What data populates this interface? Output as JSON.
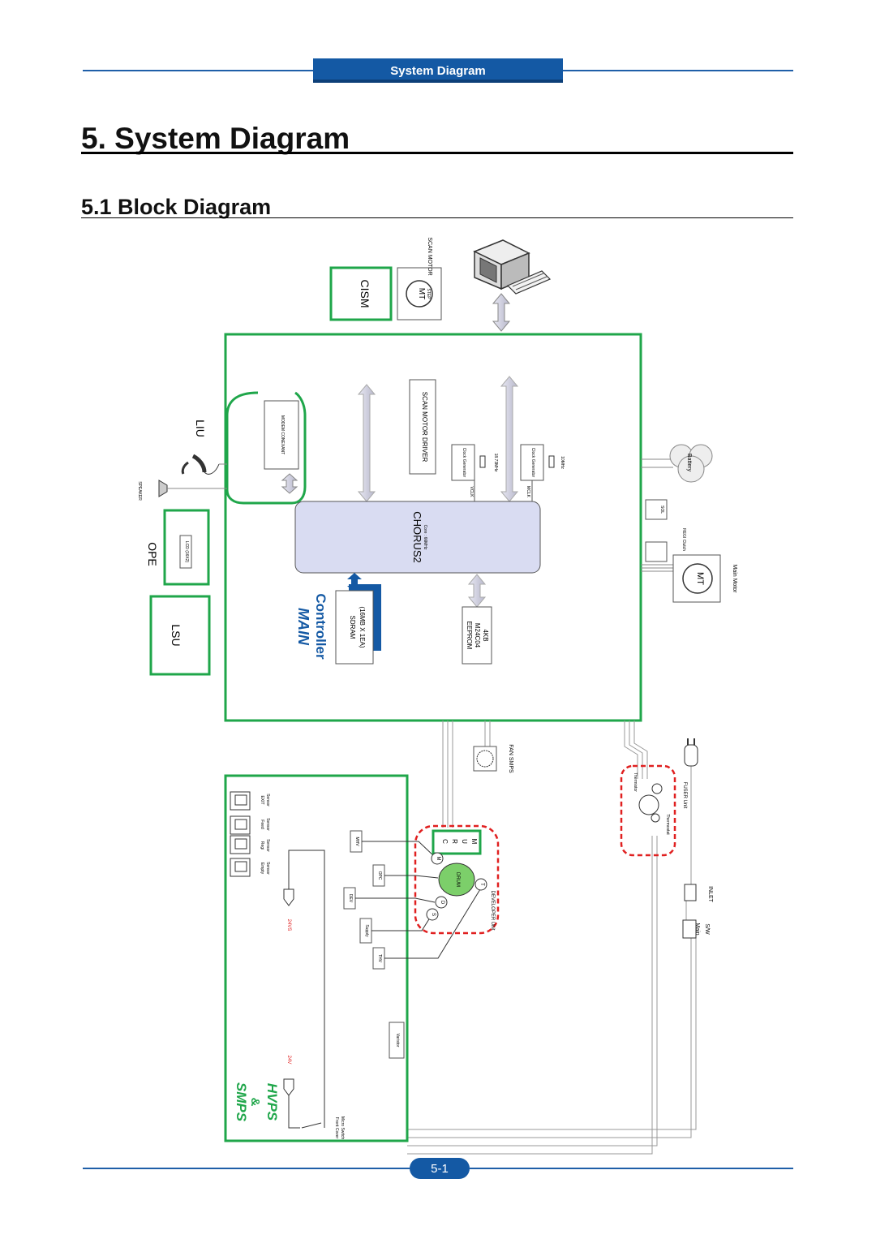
{
  "header": {
    "tab_label": "System Diagram"
  },
  "title": "5. System Diagram",
  "subtitle": "5.1  Block Diagram",
  "footer": {
    "page_number": "5-1"
  },
  "colors": {
    "accent": "#1459a4",
    "green_box": "#1fa64a",
    "chip_fill": "#d9dcf2",
    "fuser_dash": "#e02020"
  },
  "diagram": {
    "cism": "CISM",
    "scan_motor": "SCAN MOTOR",
    "mt": "MT",
    "step": "STEP",
    "liu": "LIU",
    "modem": "MODEM CONEXANT",
    "speaker": "SPEAKER",
    "ope": "OPE",
    "lcd": "LCD (16X2)",
    "lsu": "LSU",
    "scan_motor_driver": "SCAN MOTOR DRIVER",
    "clock1": "Clock Generator",
    "freq1": "18.73MHz",
    "vclk": "VCLK",
    "clock2": "Clock Generator",
    "freq2": "10MHz",
    "mclk": "MCLK",
    "chorus": "CHORUS2",
    "core": "Core : 66MHz",
    "sdram": "SDRAM",
    "sdram_size": "(16MB X 1EA)",
    "eeprom": "EEPROM",
    "eeprom_part": "M24C04",
    "eeprom_size": "4KB",
    "main": "MAIN",
    "controller": "Controller",
    "battery": "Battery",
    "sol": "SOL",
    "regi_clutch": "REGI Clutch",
    "main_motor": "Main Motor",
    "fan_smps": "FAN SMPS",
    "sensors": [
      {
        "name": "EXIT",
        "sub": "Sensor"
      },
      {
        "name": "Feed",
        "sub": "Sensor"
      },
      {
        "name": "Regi",
        "sub": "Sensor"
      },
      {
        "name": "Empty",
        "sub": "Sensor"
      }
    ],
    "mhv": "MHV",
    "opc": "OPC",
    "dev": "DEV",
    "supply": "Supply",
    "thv": "THV",
    "varistor": "Varistor",
    "v24s": "24VS",
    "v24": "24V",
    "front_cover": "Front Cover",
    "micro_switch": "Micro Switch",
    "smps": "SMPS",
    "amp": "&",
    "hvps": "HVPS",
    "cru": [
      "C",
      "R",
      "U",
      "M"
    ],
    "drum": "DRUM",
    "m": "M",
    "d": "D",
    "s": "S",
    "t": "T",
    "developer": "DEVELOPER Unit",
    "thermistor": "Thermistor",
    "thermostat": "Thermostat",
    "fuser": "FUSER Unit",
    "inlet": "INLET",
    "main_sw": "Main",
    "sw": "S/W"
  }
}
